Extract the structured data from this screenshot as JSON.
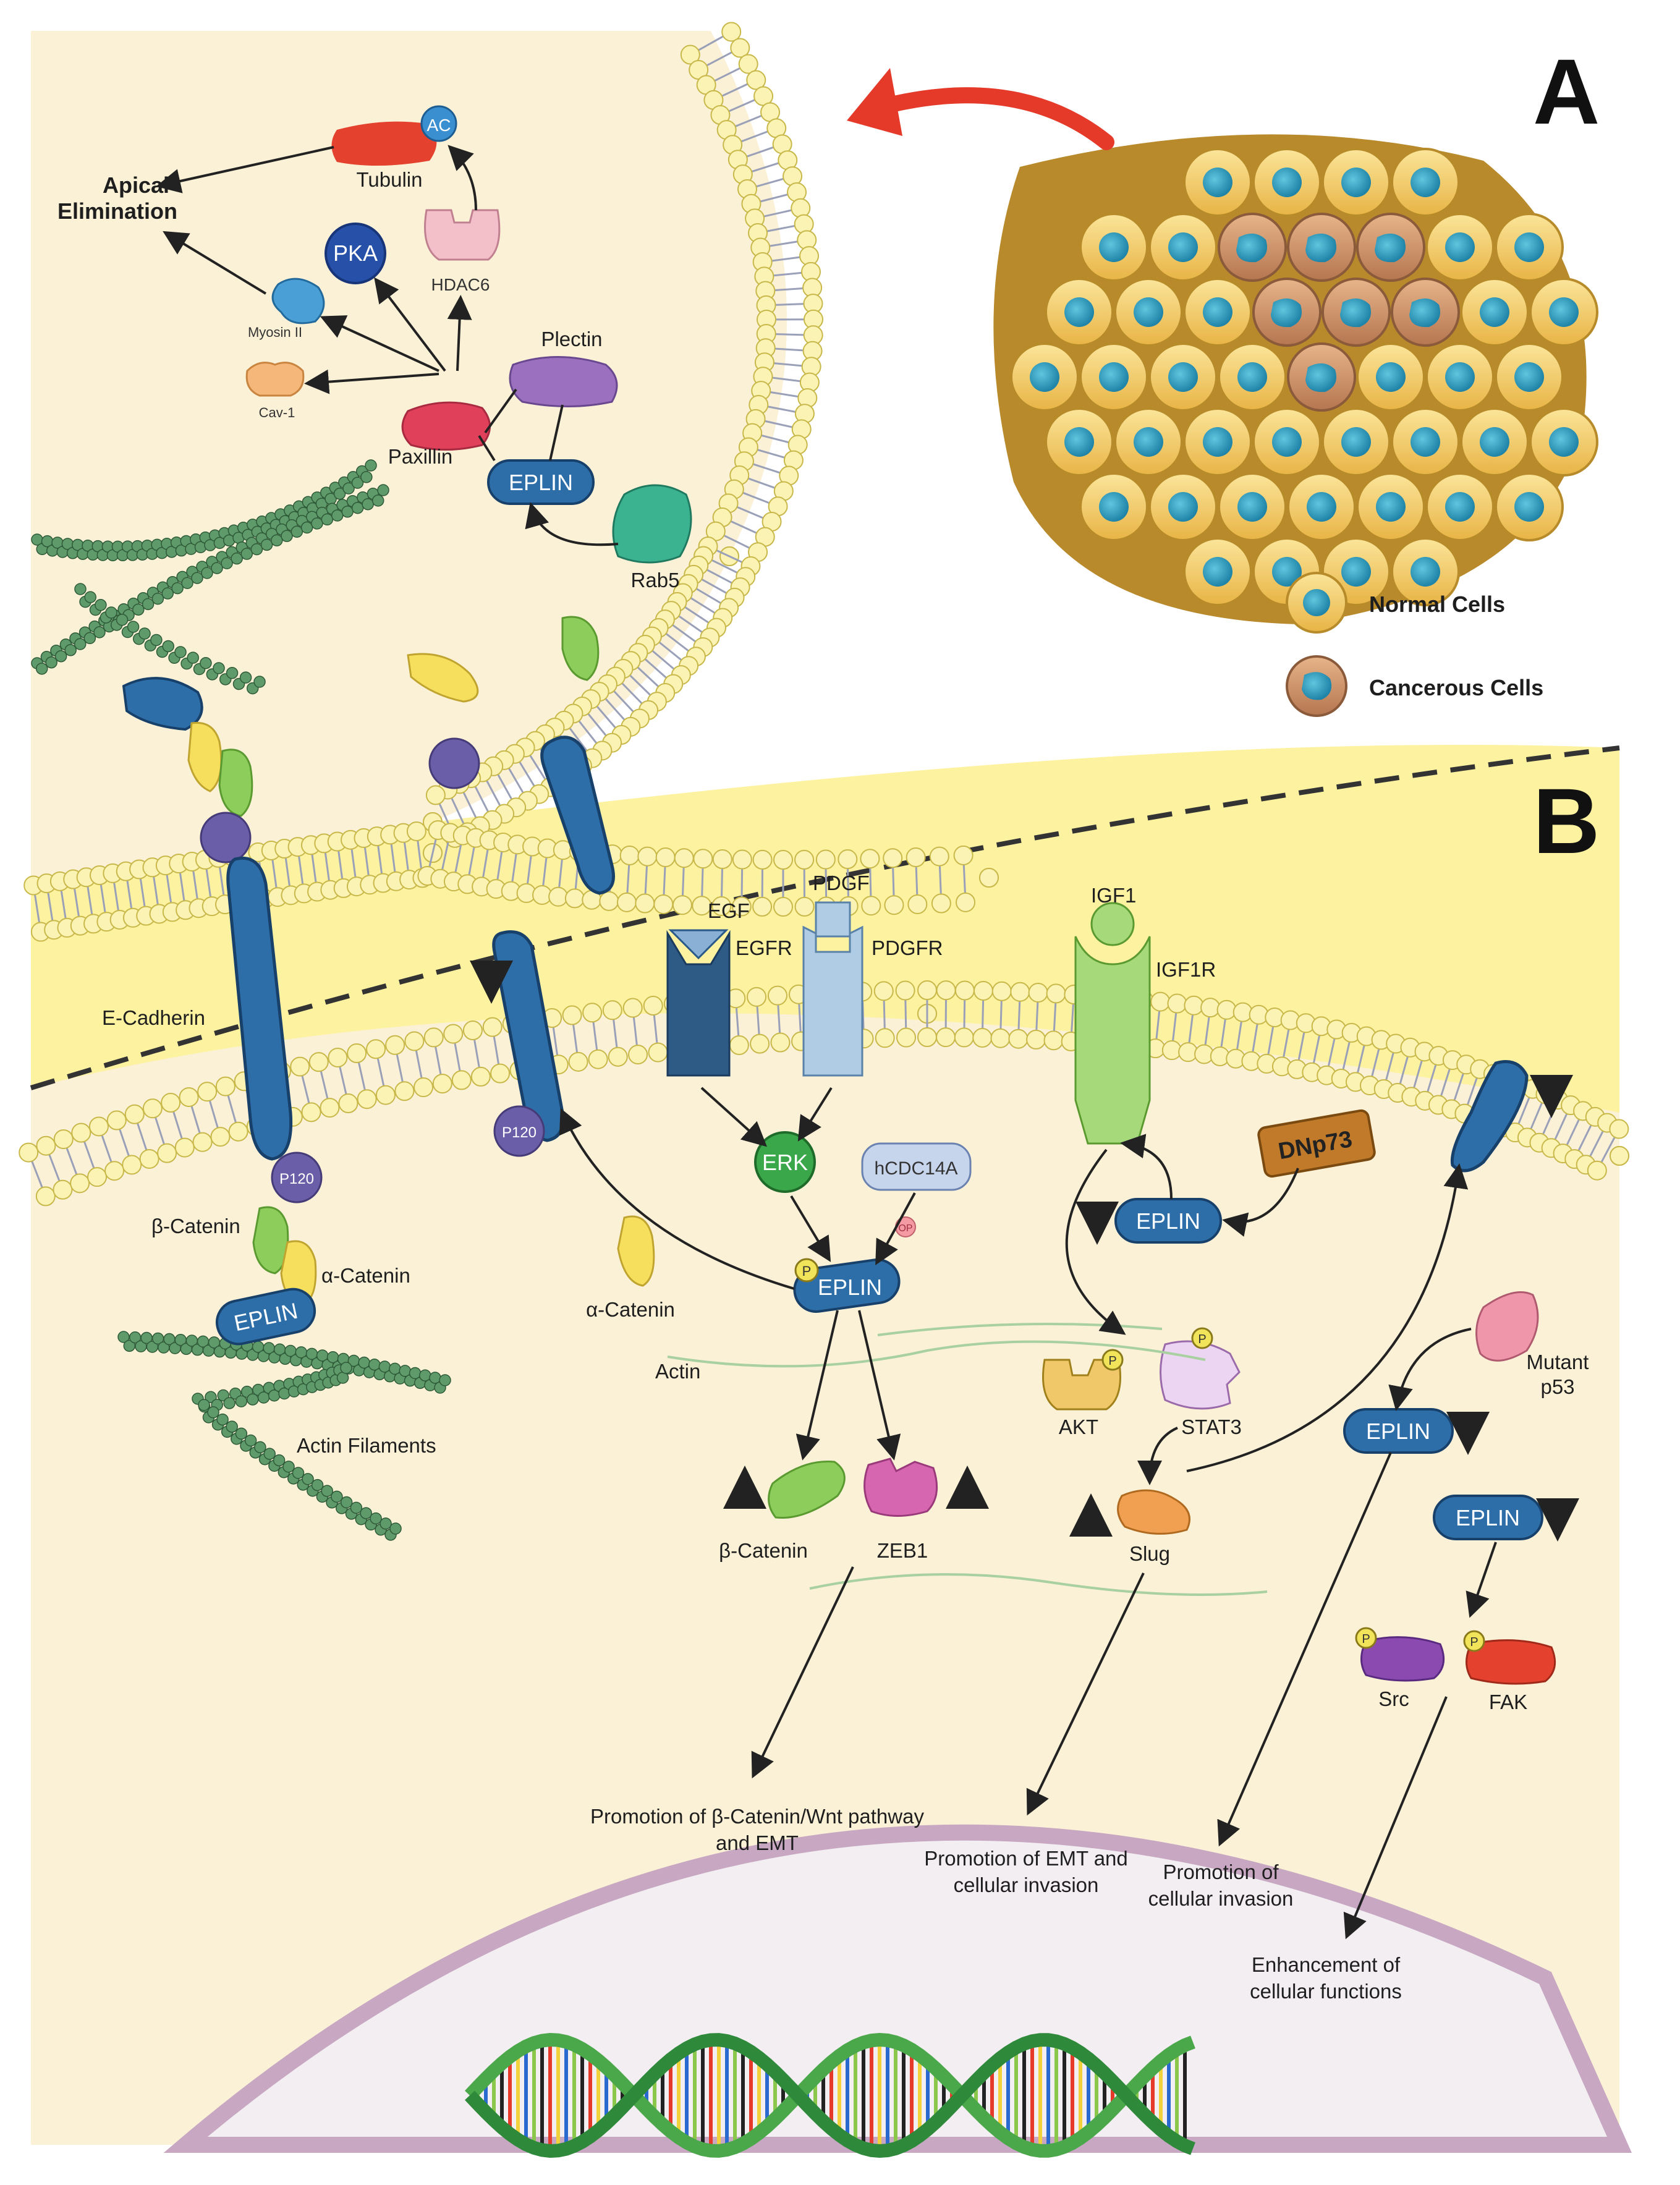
{
  "panels": {
    "a": "A",
    "b": "B"
  },
  "legend": {
    "normal": "Normal Cells",
    "cancer": "Cancerous Cells"
  },
  "panel_a": {
    "apical_line1": "Apical",
    "apical_line2": "Elimination",
    "tubulin": "Tubulin",
    "ac": "AC",
    "pka": "PKA",
    "hdac6": "HDAC6",
    "myosin": "Myosin II",
    "cav1": "Cav-1",
    "plectin": "Plectin",
    "paxillin": "Paxillin",
    "eplin": "EPLIN",
    "rab5": "Rab5"
  },
  "panel_b": {
    "e_cadherin": "E-Cadherin",
    "p120_left": "P120",
    "beta_catenin_left": "β-Catenin",
    "alpha_catenin_left": "α-Catenin",
    "eplin_left": "EPLIN",
    "actin_filaments": "Actin Filaments",
    "p120_mid": "P120",
    "alpha_catenin_mid": "α-Catenin",
    "actin": "Actin",
    "egf": "EGF",
    "egfr": "EGFR",
    "pdgf": "PDGF",
    "pdgfr": "PDGFR",
    "igf1": "IGF1",
    "igf1r": "IGF1R",
    "erk": "ERK",
    "hcdc14a": "hCDC14A",
    "op": "OP",
    "p": "P",
    "eplin_center": "EPLIN",
    "beta_catenin": "β-Catenin",
    "zeb1": "ZEB1",
    "dnp73": "DNp73",
    "eplin_dnp73": "EPLIN",
    "akt": "AKT",
    "stat3": "STAT3",
    "slug": "Slug",
    "mutant_line1": "Mutant",
    "mutant_line2": "p53",
    "eplin_r1": "EPLIN",
    "eplin_r2": "EPLIN",
    "src": "Src",
    "fak": "FAK"
  },
  "outcomes": {
    "o1_line1": "Promotion of β-Catenin/Wnt pathway",
    "o1_line2": "and EMT",
    "o2_line1": "Promotion of EMT and",
    "o2_line2": "cellular invasion",
    "o3_line1": "Promotion of",
    "o3_line2": "cellular invasion",
    "o4_line1": "Enhancement of",
    "o4_line2": "cellular functions"
  },
  "colors": {
    "cytoplasm": "#fbf1d6",
    "membrane_head": "#fbf3b4",
    "yellow_region": "#fdf2a0",
    "eplin": "#2e6ea8",
    "red_arrow": "#e53a2a",
    "green_arrow": "#1f6b3a",
    "nucleus": "#f3eef2",
    "nuclear_envelope": "#c7a7c2"
  }
}
